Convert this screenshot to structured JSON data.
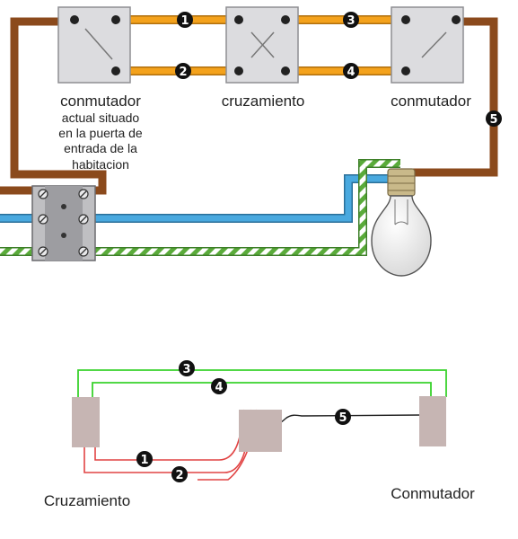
{
  "top": {
    "labels": {
      "left_switch": "conmutador",
      "middle_switch": "cruzamiento",
      "right_switch": "conmutador",
      "note_lines": [
        "actual situado",
        "en la puerta de",
        "entrada de la",
        "habitacion"
      ]
    },
    "markers": [
      "1",
      "2",
      "3",
      "4",
      "5"
    ]
  },
  "bottom": {
    "labels": {
      "cross": "Cruzamiento",
      "switch": "Conmutador"
    },
    "markers": [
      "1",
      "2",
      "3",
      "4",
      "5"
    ]
  },
  "colors": {
    "traveler": "#f4a21c",
    "phase": "#8b4a1c",
    "neutral": "#49a9df",
    "earth_green": "#5aab3a",
    "box": "#dcdcdf",
    "bottom_green": "#39d22c",
    "bottom_red": "#e14444",
    "bottom_box": "#c6b5b3"
  }
}
